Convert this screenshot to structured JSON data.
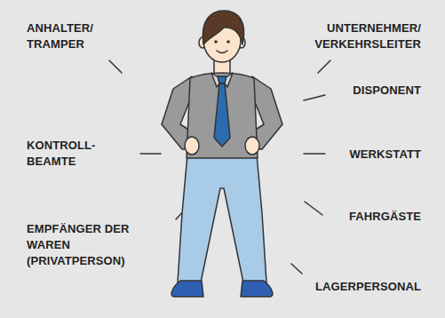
{
  "diagram": {
    "labels": [
      "ANHALTER/ TRAMPER",
      "UNTERNEHMER/ VERKEHRSLEITER",
      "DISPONENT",
      "KONTROLL- BEAMTE",
      "WERKSTATT",
      "FAHRGÄSTE",
      "EMPFÄNGER DER WAREN (PRIVATPERSON)",
      "LAGERPERSONAL"
    ]
  }
}
